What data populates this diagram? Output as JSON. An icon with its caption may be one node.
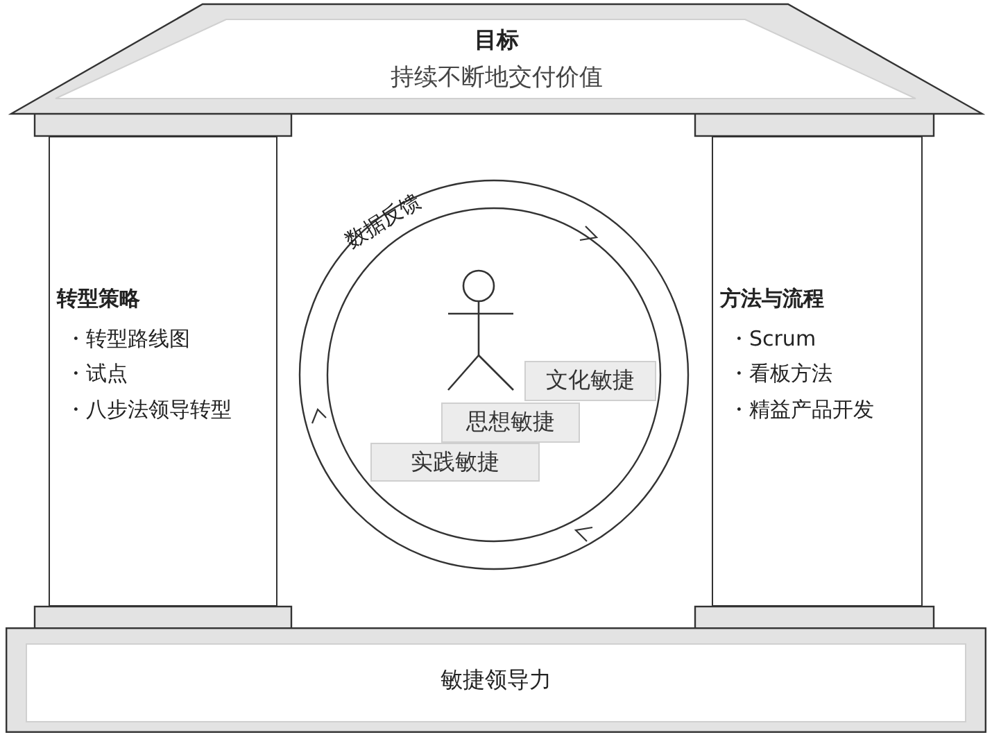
{
  "diagram": {
    "nodes": [
      {
        "text": [
          "目标",
          "持续不断地交付价值"
        ]
      },
      {
        "text": [
          "转型策略",
          "・转型路线图",
          "・试点",
          "・八步法领导转型"
        ]
      },
      {
        "text": [
          "数据反馈"
        ]
      },
      {
        "text": [
          "文化敏捷"
        ],
        "in": 2
      },
      {
        "text": [
          "思想敏捷"
        ],
        "in": 2
      },
      {
        "text": [
          "实践敏捷"
        ],
        "in": 2
      },
      {
        "text": [
          "方法与流程",
          "・Scrum",
          "・看板方法",
          "・精益产品开发"
        ]
      },
      {
        "text": [
          "敏捷领导力"
        ]
      }
    ]
  }
}
